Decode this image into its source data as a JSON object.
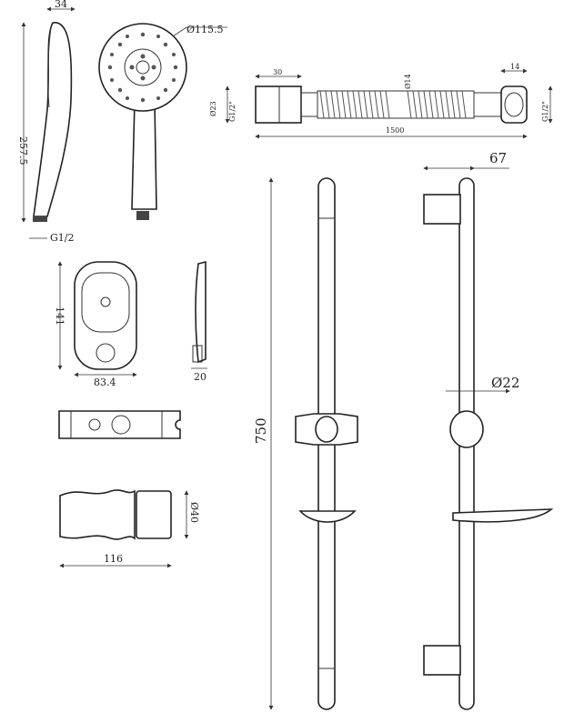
{
  "title": "Shower set technical drawing",
  "handshower": {
    "width": "34",
    "length": "257.5",
    "thread": "G1/2",
    "diameter": "Ø115.5"
  },
  "hose": {
    "nut_length": "30",
    "diameter": "Ø14",
    "length": "1500",
    "end_length": "14",
    "thread_left": "G1/2\"",
    "thread_right": "G1/2\"",
    "nut_diameter": "Ø23"
  },
  "soap_holder": {
    "height": "141",
    "width": "83.4",
    "depth": "20"
  },
  "slider": {
    "diameter": "Ø40",
    "length": "116"
  },
  "rail": {
    "length": "750",
    "projection": "67",
    "diameter": "Ø22"
  }
}
